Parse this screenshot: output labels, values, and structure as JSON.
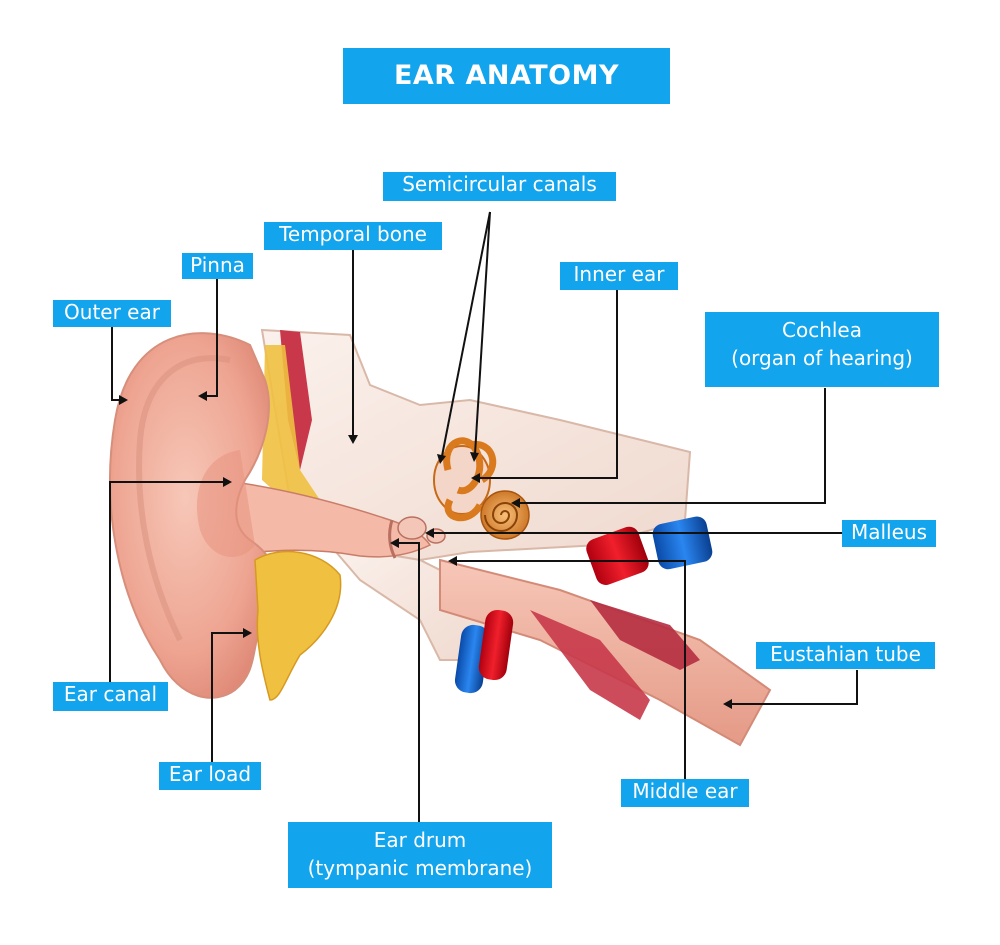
{
  "title": "EAR ANATOMY",
  "labels": {
    "semicircular_canals": "Semicircular canals",
    "temporal_bone": "Temporal bone",
    "pinna": "Pinna",
    "outer_ear": "Outer ear",
    "inner_ear": "Inner ear",
    "cochlea_line1": "Cochlea",
    "cochlea_line2": "(organ of hearing)",
    "malleus": "Malleus",
    "eustachian_tube": "Eustahian tube",
    "middle_ear": "Middle ear",
    "ear_canal": "Ear canal",
    "ear_load": "Ear load",
    "ear_drum_line1": "Ear drum",
    "ear_drum_line2": "(tympanic membrane)"
  },
  "colors": {
    "label_bg": "#12a4ec",
    "label_text": "#ffffff",
    "leader_line": "#111111",
    "skin": "#f2b3a2",
    "bone": "#f6e7df",
    "cochlea": "#e08a2e",
    "fat": "#f0c040",
    "artery": "#e1101c",
    "vein": "#1a6bd6",
    "muscle": "#c8384a"
  }
}
